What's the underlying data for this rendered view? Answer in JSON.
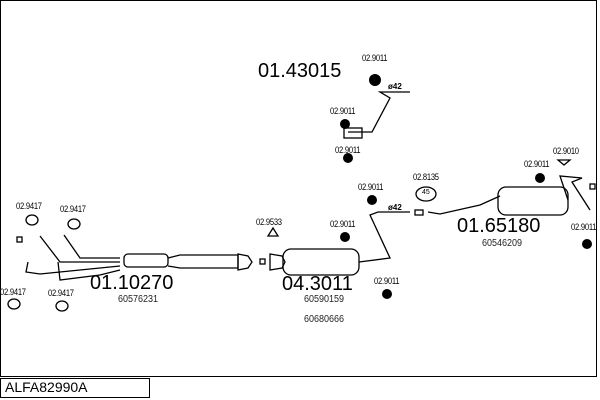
{
  "diagram": {
    "code": "ALFA82990A",
    "parts": [
      {
        "id": "front",
        "number": "01.10270",
        "oem": [
          "60576231"
        ]
      },
      {
        "id": "mid-pipe",
        "number": "01.43015",
        "oem": []
      },
      {
        "id": "middle-silencer",
        "number": "04.3011",
        "oem": [
          "60590159",
          "60680666"
        ]
      },
      {
        "id": "rear-silencer",
        "number": "01.65180",
        "oem": [
          "60546209"
        ]
      }
    ],
    "accessories": {
      "gasket_front_1": "02.9417",
      "gasket_front_2": "02.9417",
      "gasket_front_3": "02.9417",
      "gasket_front_4": "02.9417",
      "gasket_triangle": "02.9533",
      "mount_a": "02.9011",
      "mount_b": "02.9011",
      "mount_c": "02.9011",
      "mount_d": "02.9011",
      "mount_e": "02.9011",
      "mount_f": "02.9011",
      "mount_g": "02.9011",
      "mount_h": "02.9011",
      "clamp_45": "02.8135",
      "clamp_45_inner": "45",
      "hanger_rear": "02.9010"
    },
    "diameter_labels": [
      "ø42",
      "ø42"
    ]
  }
}
